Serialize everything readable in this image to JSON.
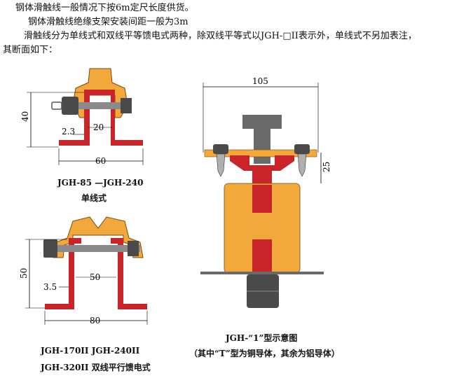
{
  "intro": {
    "line1": "钢体滑触线一般情况下按6m定尺长度供货。",
    "line2": "钢体滑触线绝缘支架安装间距一般为3m",
    "line3": "滑触线分为单线式和双线平等馈电式两种，除双线平等式以JGH-□II表示外，单线式不另加表注，",
    "line4": "其断面如下："
  },
  "single": {
    "dim_height": "40",
    "dim_inner": "20",
    "dim_thickness": "2.3",
    "dim_width": "60",
    "model": "JGH-85 —JGH-240",
    "type_label": "单线式"
  },
  "double": {
    "dim_height": "50",
    "dim_inner": "50",
    "dim_thickness": "3.5",
    "dim_width": "80",
    "models_1": "JGH-170II  JGH-240II",
    "models_2": "JGH-320II   双线平行馈电式"
  },
  "t_type": {
    "dim_width": "105",
    "dim_offset": "25",
    "caption": "JGH-“1”型示意图",
    "note": "（其中“T”型为铜导体，其余为铝导体）"
  },
  "colors": {
    "insulator": "#f2a83a",
    "conductor": "#c8242a",
    "bolt": "#5a5a5a",
    "dim_line": "#000000"
  }
}
